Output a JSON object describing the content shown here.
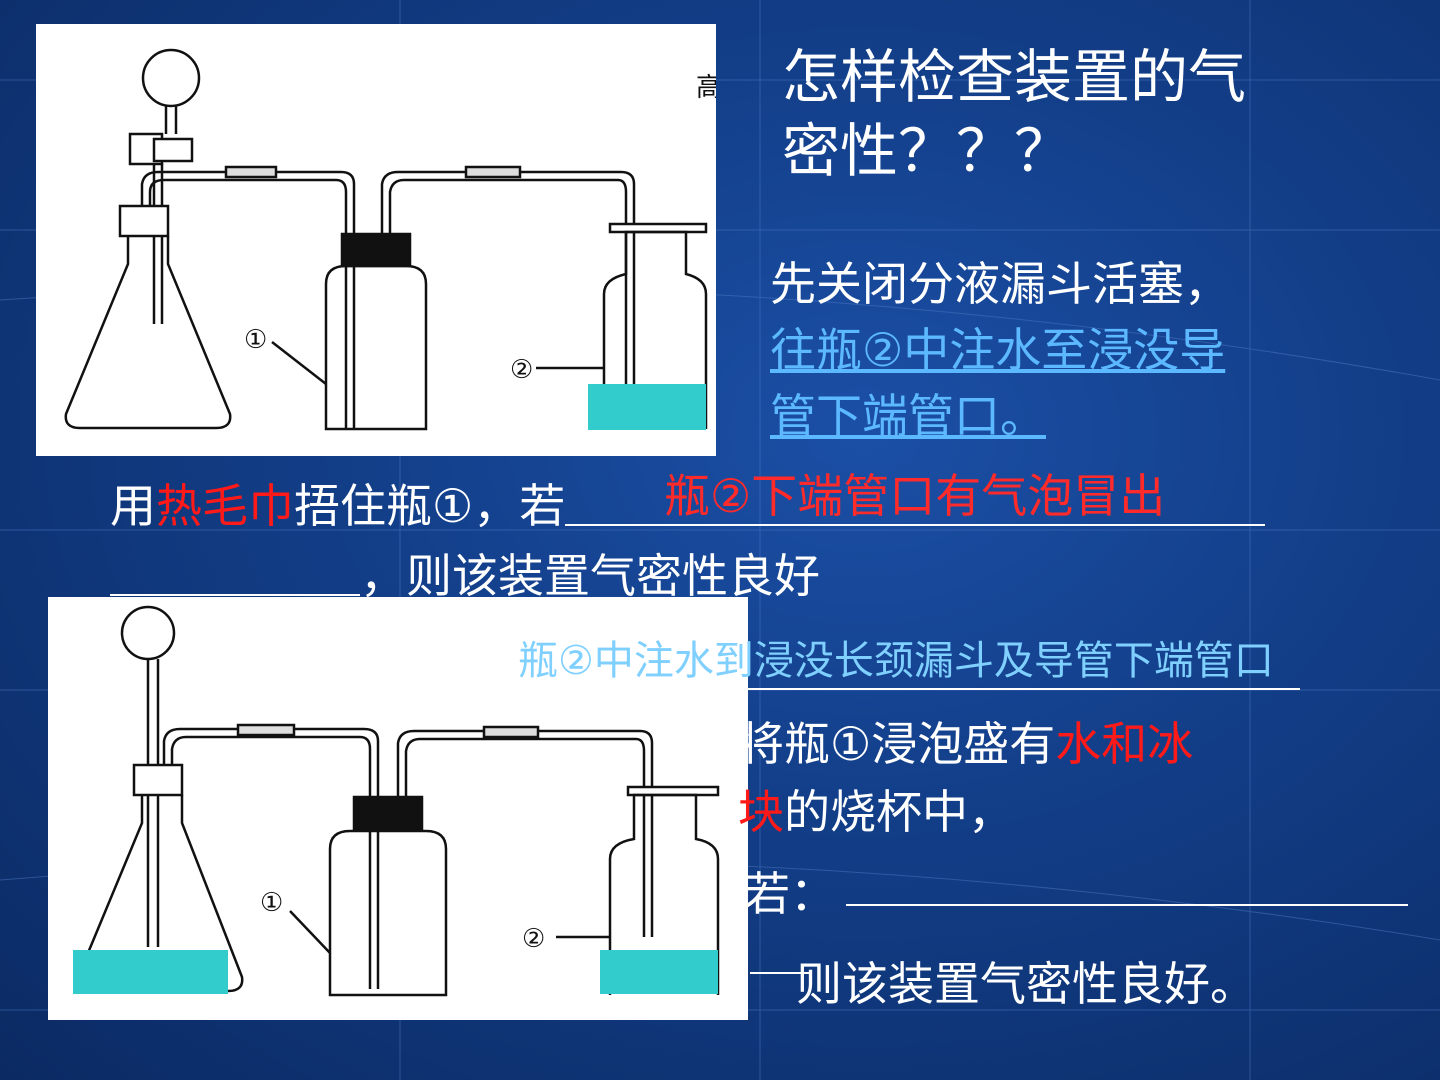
{
  "colors": {
    "accent_red": "#ff1a1a",
    "link_blue": "#5cb8ff",
    "water": "#33cccc",
    "background": "#123d86"
  },
  "slide": {
    "title_line1": "怎样检查装置的气",
    "title_line2": "密性？？？",
    "step1_line1": "先关闭分液漏斗活塞，",
    "step1_link_line1": "往瓶②中注水至浸没导",
    "step1_link_line2": "管下端管口。",
    "check1_prefix": "用",
    "check1_hot": "热毛巾",
    "check1_mid": "捂住瓶①，若",
    "check1_answer": "瓶②下端管口有气泡冒出",
    "check1_suffix": "，则该装置气密性良好",
    "step2_answer": "瓶②中注水到浸没长颈漏斗及导管下端管口",
    "step2_line1_prefix": "将瓶①浸泡盛有",
    "step2_line1_red": "水和冰",
    "step2_line2_red": "块",
    "step2_line2_rest": "的烧杯中，",
    "step2_if": "若：",
    "step2_result": "则该装置气密性良好。",
    "partial_char": "高"
  },
  "diagram1": {
    "label1": "①",
    "label2": "②"
  },
  "diagram2": {
    "label1": "①",
    "label2": "②"
  }
}
